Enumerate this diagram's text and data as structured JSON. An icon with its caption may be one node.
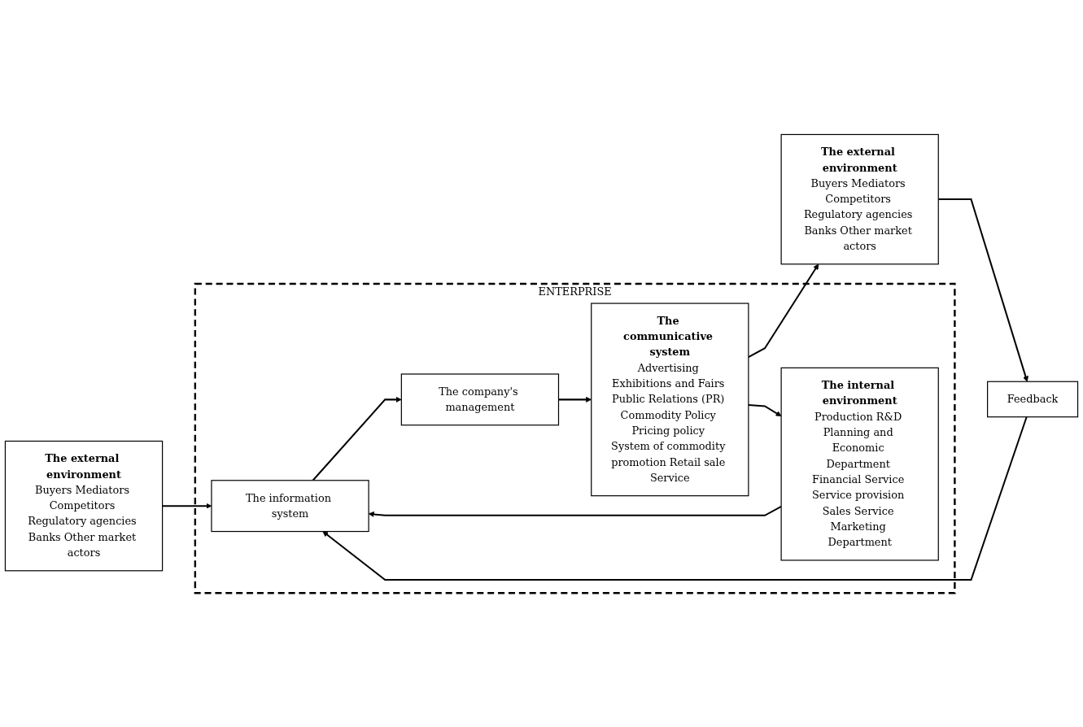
{
  "diagram": {
    "nodes": [
      {
        "text": [
          "The external environment",
          "Buyers Mediators Competitors Regulatory agencies Banks Other market actors"
        ]
      },
      {
        "text": [
          "ENTERPRISE"
        ]
      },
      {
        "text": [
          "The information system"
        ],
        "in": 1
      },
      {
        "text": [
          "The company's management"
        ],
        "in": 1
      },
      {
        "text": [
          "The communicative system",
          "Advertising Exhibitions and Fairs Public Relations (PR) Commodity Policy Pricing policy System of commodity promotion Retail sale Service"
        ],
        "in": 1
      },
      {
        "text": [
          "The internal environment",
          "Production R&D Planning and Economic Department Financial Service Service provision Sales Service Marketing Department"
        ],
        "in": 1
      },
      {
        "text": [
          "The external environment",
          "Buyers Mediators Competitors Regulatory agencies Banks Other market actors"
        ]
      },
      {
        "text": [
          "Feedback"
        ]
      }
    ],
    "edges": [
      {
        "from": 0,
        "to": 2,
        "arrow": "to"
      },
      {
        "from": 2,
        "to": 3,
        "arrow": "to"
      },
      {
        "from": 3,
        "to": 4,
        "arrow": "to"
      },
      {
        "from": 4,
        "to": 6,
        "arrow": "to"
      },
      {
        "from": 5,
        "to": 2,
        "arrow": "to"
      },
      {
        "from": 4,
        "to": 5,
        "arrow": "to"
      },
      {
        "from": 6,
        "to": 7,
        "arrow": "to"
      },
      {
        "from": 7,
        "to": 2,
        "arrow": "to"
      }
    ]
  }
}
